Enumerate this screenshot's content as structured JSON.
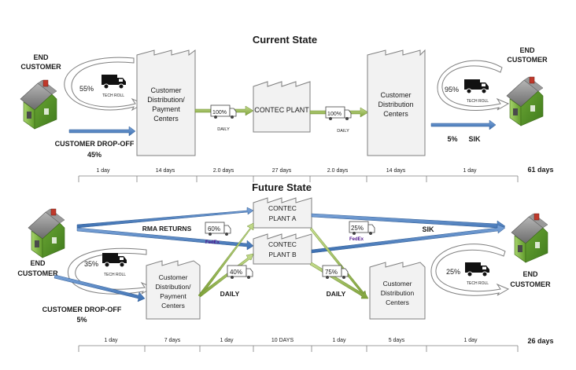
{
  "current": {
    "title": "Current State",
    "end_customer_left": [
      "END",
      "CUSTOMER"
    ],
    "end_customer_right": [
      "END",
      "CUSTOMER"
    ],
    "pct_left": "55%",
    "truck_left_label": "TECH ROLL",
    "box1": [
      "Customer",
      "Distribution/",
      "Payment",
      "Centers"
    ],
    "ship1_pct": "100%",
    "ship1_freq": "DAILY",
    "plant": "CONTEC PLANT",
    "ship2_pct": "100%",
    "ship2_freq": "DAILY",
    "box2": [
      "Customer",
      "Distribution",
      "Centers"
    ],
    "pct_right": "95%",
    "truck_right_label": "TECH ROLL",
    "dropoff": [
      "CUSTOMER DROP-OFF",
      "45%"
    ],
    "sik_pct": "5%",
    "sik": "SIK",
    "timeline": [
      "1 day",
      "14 days",
      "2.0 days",
      "27 days",
      "2.0 days",
      "14 days",
      "1 day"
    ],
    "total": "61 days"
  },
  "future": {
    "title": "Future State",
    "end_customer_left": [
      "END",
      "CUSTOMER"
    ],
    "end_customer_right": [
      "END",
      "CUSTOMER"
    ],
    "plant_a": [
      "CONTEC",
      "PLANT A"
    ],
    "plant_b": [
      "CONTEC",
      "PLANT B"
    ],
    "rma": "RMA RETURNS",
    "fedex_left_pct": "60%",
    "fedex_right_pct": "25%",
    "fedex_logo": "FedEx",
    "sik": "SIK",
    "pct_left": "35%",
    "truck_left_label": "TECH ROLL",
    "box1": [
      "Customer",
      "Distribution/",
      "Payment",
      "Centers"
    ],
    "ship1_pct": "40%",
    "ship1_freq": "DAILY",
    "ship2_pct": "75%",
    "ship2_freq": "DAILY",
    "box2": [
      "Customer",
      "Distribution",
      "Centers"
    ],
    "pct_right": "25%",
    "truck_right_label": "TECH ROLL",
    "dropoff": [
      "CUSTOMER DROP-OFF",
      "5%"
    ],
    "timeline": [
      "1 day",
      "7 days",
      "1 day",
      "10 DAYS",
      "1 day",
      "5 days",
      "1 day"
    ],
    "total": "26 days"
  },
  "colors": {
    "blue_arrow": "#4f81bd",
    "green_arrow": "#9bbb59",
    "house_roof": "#8a8a8a",
    "house_wall": "#77b03a",
    "factory_fill": "#f2f2f2"
  },
  "icons": [
    "house-icon",
    "truck-icon",
    "factory-icon",
    "curved-arrow-icon",
    "fedex-truck-icon"
  ]
}
